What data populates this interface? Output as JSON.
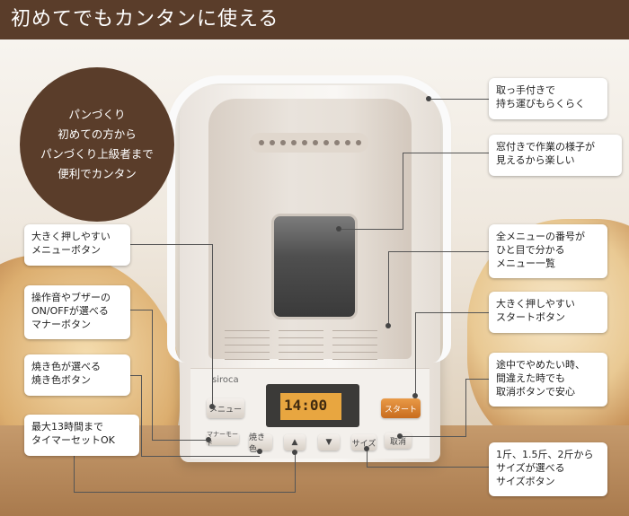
{
  "banner": {
    "title": "初めてでもカンタンに使える"
  },
  "intro": {
    "text": "パンづくり\n初めての方から\nパンづくり上級者まで\n便利でカンタン"
  },
  "callouts": {
    "handle": "取っ手付きで\n持ち運びもらくらく",
    "window": "窓付きで作業の様子が\n見えるから楽しい",
    "menu_list": "全メニューの番号が\nひと目で分かる\nメニュー一覧",
    "start_button": "大きく押しやすい\nスタートボタン",
    "cancel_button": "途中でやめたい時、\n間違えた時でも\n取消ボタンで安心",
    "size_button": "1斤、1.5斤、2斤から\nサイズが選べる\nサイズボタン",
    "menu_button": "大きく押しやすい\nメニューボタン",
    "manner_button": "操作音やブザーの\nON/OFFが選べる\nマナーボタン",
    "crust_button": "焼き色が選べる\n焼き色ボタン",
    "timer": "最大13時間まで\nタイマーセットOK"
  },
  "machine": {
    "brand": "siroca",
    "lcd_time": "14:00",
    "buttons": {
      "menu": "メニュー",
      "start": "スタート",
      "manner": "マナーモード",
      "crust": "焼き色",
      "up": "▲",
      "down": "▼",
      "size": "サイズ",
      "cancel": "取消"
    }
  }
}
